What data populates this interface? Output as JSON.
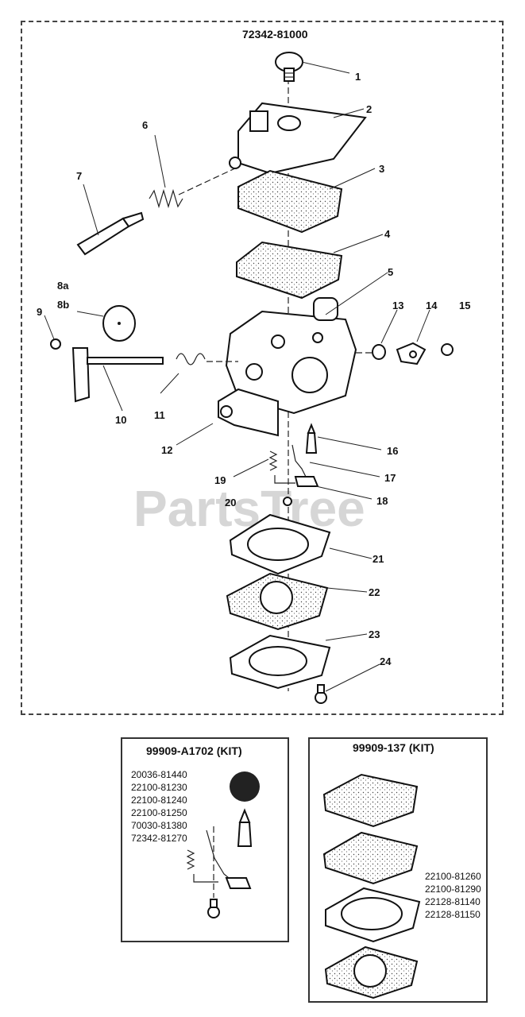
{
  "watermark": "PartsTree",
  "main_assembly": {
    "part_number": "72342-81000",
    "callouts": [
      "1",
      "2",
      "3",
      "4",
      "5",
      "6",
      "7",
      "8a",
      "8b",
      "9",
      "10",
      "11",
      "12",
      "13",
      "14",
      "15",
      "16",
      "17",
      "18",
      "19",
      "20",
      "21",
      "22",
      "23",
      "24"
    ]
  },
  "kit_1": {
    "title": "99909-A1702 (KIT)",
    "parts": [
      "20036-81440",
      "22100-81230",
      "22100-81240",
      "22100-81250",
      "70030-81380",
      "72342-81270"
    ]
  },
  "kit_2": {
    "title": "99909-137 (KIT)",
    "parts": [
      "22100-81260",
      "22100-81290",
      "22128-81140",
      "22128-81150"
    ]
  }
}
